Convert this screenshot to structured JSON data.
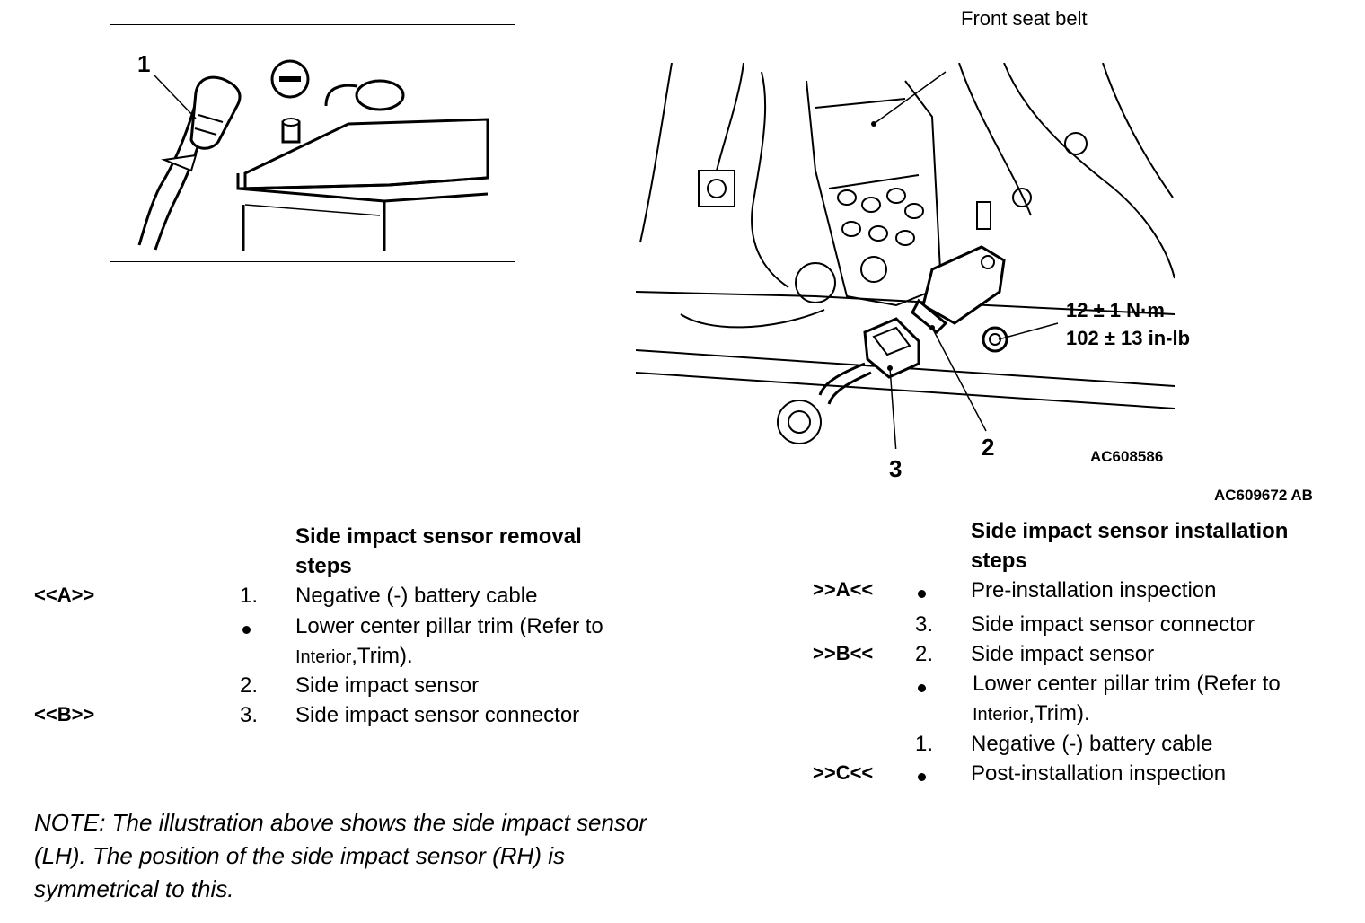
{
  "figure": {
    "battery_callout": "1",
    "front_seat_belt_label": "Front seat belt",
    "callout_2": "2",
    "callout_3": "3",
    "torque_nm": "12 ± 1 N·m",
    "torque_inlb": "102 ± 13 in-lb",
    "inner_figure_code": "AC608586",
    "figure_code": "AC609672 AB"
  },
  "removal": {
    "title_line1": "Side impact sensor removal",
    "title_line2": "steps",
    "rows": [
      {
        "code": "<<A>>",
        "num": "1.",
        "text": "Negative (-) battery cable"
      },
      {
        "code": "",
        "num": "",
        "text": "Lower center pillar trim (Refer to",
        "text2_a": "Interior",
        "text2_b": ",Trim",
        "text2_c": ")."
      },
      {
        "code": "",
        "num": "2.",
        "text": "Side impact sensor"
      },
      {
        "code": "<<B>>",
        "num": "3.",
        "text": "Side impact sensor connector"
      }
    ]
  },
  "installation": {
    "title_line1": "Side impact sensor installation",
    "title_line2": "steps",
    "rows": [
      {
        "code": ">>A<<",
        "num": "",
        "text": "Pre-installation inspection"
      },
      {
        "code": "",
        "num": "3.",
        "text": "Side impact sensor connector"
      },
      {
        "code": ">>B<<",
        "num": "2.",
        "text": "Side impact sensor"
      },
      {
        "code": "",
        "num": "",
        "text": "Lower center pillar trim (Refer to",
        "text2_a": "Interior",
        "text2_b": ",Trim",
        "text2_c": ")."
      },
      {
        "code": "",
        "num": "1.",
        "text": "Negative (-) battery cable"
      },
      {
        "code": ">>C<<",
        "num": "",
        "text": "Post-installation inspection"
      }
    ]
  },
  "note": "NOTE: The illustration above shows the side impact sensor (LH). The position of the side impact sensor (RH) is symmetrical to this."
}
